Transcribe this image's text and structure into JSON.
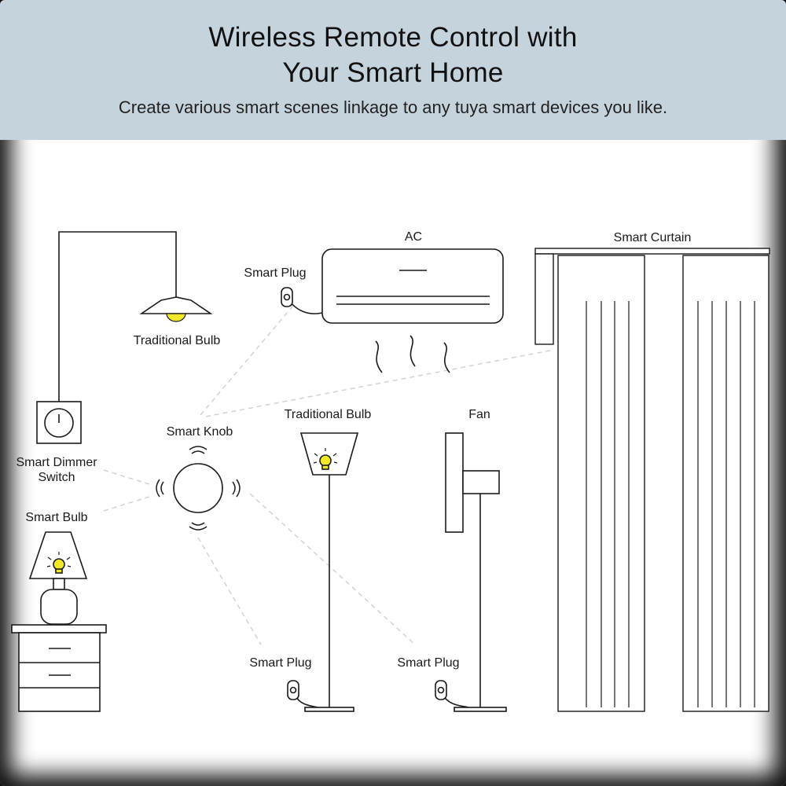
{
  "header": {
    "title_line1": "Wireless Remote Control with",
    "title_line2": "Your Smart Home",
    "subtitle": "Create various smart scenes linkage to any tuya smart devices you like."
  },
  "labels": {
    "ac": "AC",
    "smart_curtain": "Smart Curtain",
    "smart_plug_ac": "Smart Plug",
    "traditional_bulb_ceiling": "Traditional Bulb",
    "smart_knob": "Smart Knob",
    "traditional_bulb_floor": "Traditional Bulb",
    "fan": "Fan",
    "smart_dimmer_line1": "Smart Dimmer",
    "smart_dimmer_line2": "Switch",
    "smart_bulb": "Smart Bulb",
    "smart_plug_floor_lamp": "Smart Plug",
    "smart_plug_fan": "Smart Plug"
  },
  "colors": {
    "header_bg": "#c5d3dd",
    "bulb_yellow": "#f2e82a",
    "line": "#1a1a1a",
    "dashed_link": "#cfcfcf"
  }
}
